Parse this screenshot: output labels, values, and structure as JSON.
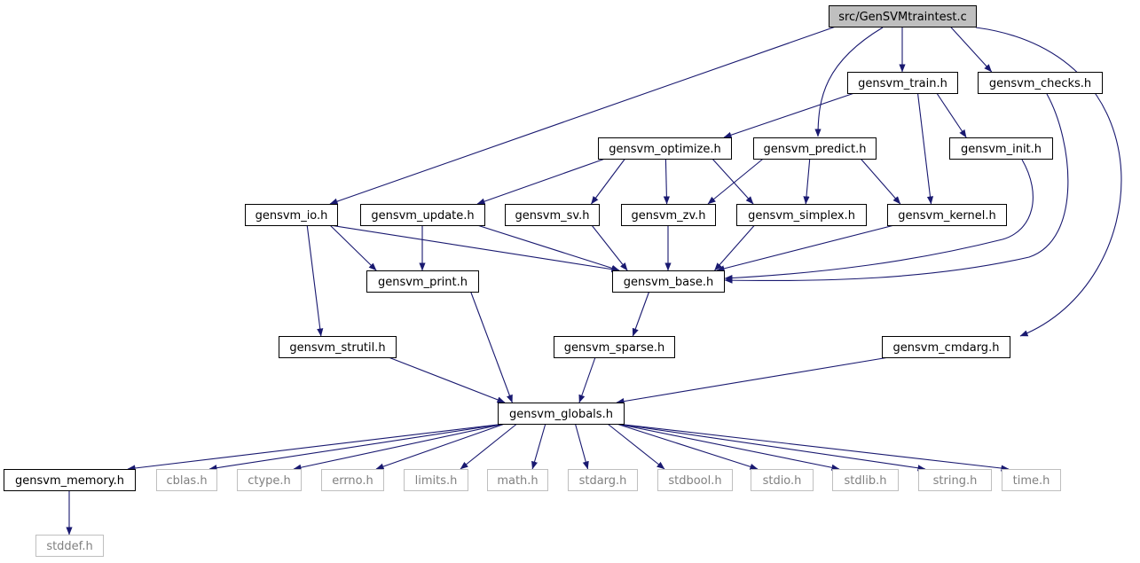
{
  "colors": {
    "edge": "#191970",
    "node_border": "#000000",
    "node_border_system": "#bfbfbf",
    "node_text": "#000000",
    "node_text_system": "#808080",
    "root_fill": "#bfbfbf",
    "node_fill": "#ffffff"
  },
  "nodes": [
    {
      "id": "root",
      "label": "src/GenSVMtraintest.c",
      "kind": "root"
    },
    {
      "id": "train",
      "label": "gensvm_train.h",
      "kind": "local"
    },
    {
      "id": "checks",
      "label": "gensvm_checks.h",
      "kind": "local"
    },
    {
      "id": "optimize",
      "label": "gensvm_optimize.h",
      "kind": "local"
    },
    {
      "id": "predict",
      "label": "gensvm_predict.h",
      "kind": "local"
    },
    {
      "id": "init",
      "label": "gensvm_init.h",
      "kind": "local"
    },
    {
      "id": "io",
      "label": "gensvm_io.h",
      "kind": "local"
    },
    {
      "id": "update",
      "label": "gensvm_update.h",
      "kind": "local"
    },
    {
      "id": "sv",
      "label": "gensvm_sv.h",
      "kind": "local"
    },
    {
      "id": "zv",
      "label": "gensvm_zv.h",
      "kind": "local"
    },
    {
      "id": "simplex",
      "label": "gensvm_simplex.h",
      "kind": "local"
    },
    {
      "id": "kernel",
      "label": "gensvm_kernel.h",
      "kind": "local"
    },
    {
      "id": "print",
      "label": "gensvm_print.h",
      "kind": "local"
    },
    {
      "id": "base",
      "label": "gensvm_base.h",
      "kind": "local"
    },
    {
      "id": "strutil",
      "label": "gensvm_strutil.h",
      "kind": "local"
    },
    {
      "id": "sparse",
      "label": "gensvm_sparse.h",
      "kind": "local"
    },
    {
      "id": "cmdarg",
      "label": "gensvm_cmdarg.h",
      "kind": "local"
    },
    {
      "id": "globals",
      "label": "gensvm_globals.h",
      "kind": "local"
    },
    {
      "id": "memory",
      "label": "gensvm_memory.h",
      "kind": "local"
    },
    {
      "id": "cblas",
      "label": "cblas.h",
      "kind": "system"
    },
    {
      "id": "ctype",
      "label": "ctype.h",
      "kind": "system"
    },
    {
      "id": "errno",
      "label": "errno.h",
      "kind": "system"
    },
    {
      "id": "limits",
      "label": "limits.h",
      "kind": "system"
    },
    {
      "id": "math",
      "label": "math.h",
      "kind": "system"
    },
    {
      "id": "stdarg",
      "label": "stdarg.h",
      "kind": "system"
    },
    {
      "id": "stdbool",
      "label": "stdbool.h",
      "kind": "system"
    },
    {
      "id": "stdio",
      "label": "stdio.h",
      "kind": "system"
    },
    {
      "id": "stdlib",
      "label": "stdlib.h",
      "kind": "system"
    },
    {
      "id": "string",
      "label": "string.h",
      "kind": "system"
    },
    {
      "id": "time",
      "label": "time.h",
      "kind": "system"
    },
    {
      "id": "stddef",
      "label": "stddef.h",
      "kind": "system"
    }
  ],
  "edges": [
    {
      "from": "root",
      "to": "io"
    },
    {
      "from": "root",
      "to": "predict"
    },
    {
      "from": "root",
      "to": "train"
    },
    {
      "from": "root",
      "to": "checks"
    },
    {
      "from": "root",
      "to": "cmdarg"
    },
    {
      "from": "train",
      "to": "optimize"
    },
    {
      "from": "train",
      "to": "init"
    },
    {
      "from": "train",
      "to": "kernel"
    },
    {
      "from": "checks",
      "to": "base"
    },
    {
      "from": "optimize",
      "to": "update"
    },
    {
      "from": "optimize",
      "to": "sv"
    },
    {
      "from": "optimize",
      "to": "zv"
    },
    {
      "from": "optimize",
      "to": "simplex"
    },
    {
      "from": "predict",
      "to": "zv"
    },
    {
      "from": "predict",
      "to": "simplex"
    },
    {
      "from": "predict",
      "to": "kernel"
    },
    {
      "from": "init",
      "to": "base"
    },
    {
      "from": "io",
      "to": "print"
    },
    {
      "from": "io",
      "to": "base"
    },
    {
      "from": "io",
      "to": "strutil"
    },
    {
      "from": "update",
      "to": "print"
    },
    {
      "from": "update",
      "to": "base"
    },
    {
      "from": "sv",
      "to": "base"
    },
    {
      "from": "zv",
      "to": "base"
    },
    {
      "from": "simplex",
      "to": "base"
    },
    {
      "from": "kernel",
      "to": "base"
    },
    {
      "from": "print",
      "to": "globals"
    },
    {
      "from": "base",
      "to": "sparse"
    },
    {
      "from": "strutil",
      "to": "globals"
    },
    {
      "from": "sparse",
      "to": "globals"
    },
    {
      "from": "cmdarg",
      "to": "globals"
    },
    {
      "from": "globals",
      "to": "memory"
    },
    {
      "from": "globals",
      "to": "cblas"
    },
    {
      "from": "globals",
      "to": "ctype"
    },
    {
      "from": "globals",
      "to": "errno"
    },
    {
      "from": "globals",
      "to": "limits"
    },
    {
      "from": "globals",
      "to": "math"
    },
    {
      "from": "globals",
      "to": "stdarg"
    },
    {
      "from": "globals",
      "to": "stdbool"
    },
    {
      "from": "globals",
      "to": "stdio"
    },
    {
      "from": "globals",
      "to": "stdlib"
    },
    {
      "from": "globals",
      "to": "string"
    },
    {
      "from": "globals",
      "to": "time"
    },
    {
      "from": "memory",
      "to": "stddef"
    }
  ]
}
